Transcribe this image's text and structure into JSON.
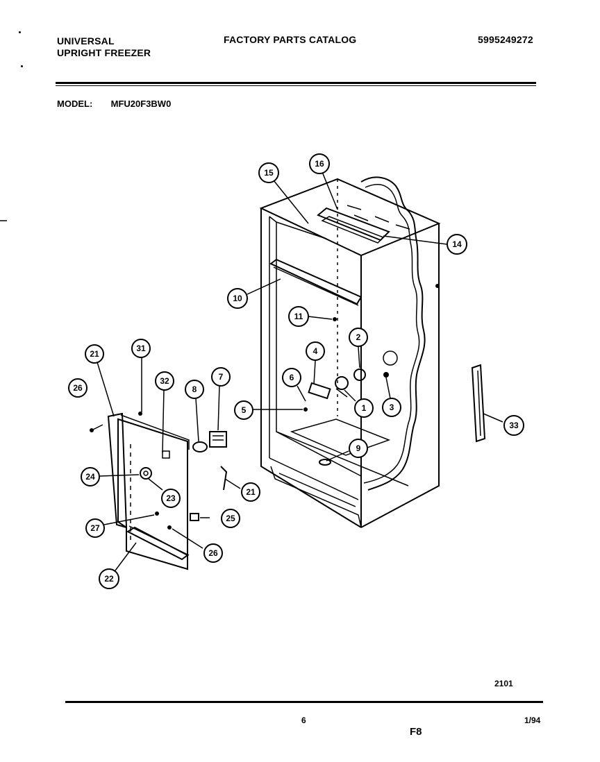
{
  "header": {
    "brand_line1": "UNIVERSAL",
    "brand_line2": "UPRIGHT FREEZER",
    "catalog_title": "FACTORY PARTS CATALOG",
    "catalog_number": "5995249272"
  },
  "model": {
    "label": "MODEL:",
    "value": "MFU20F3BW0"
  },
  "callouts": [
    "1",
    "2",
    "3",
    "4",
    "5",
    "6",
    "7",
    "8",
    "9",
    "10",
    "11",
    "14",
    "15",
    "16",
    "21",
    "21",
    "22",
    "23",
    "24",
    "25",
    "26",
    "26",
    "27",
    "31",
    "32",
    "33"
  ],
  "footer": {
    "sheet_code": "2101",
    "page_number": "6",
    "date": "1/94",
    "figure": "F8"
  }
}
